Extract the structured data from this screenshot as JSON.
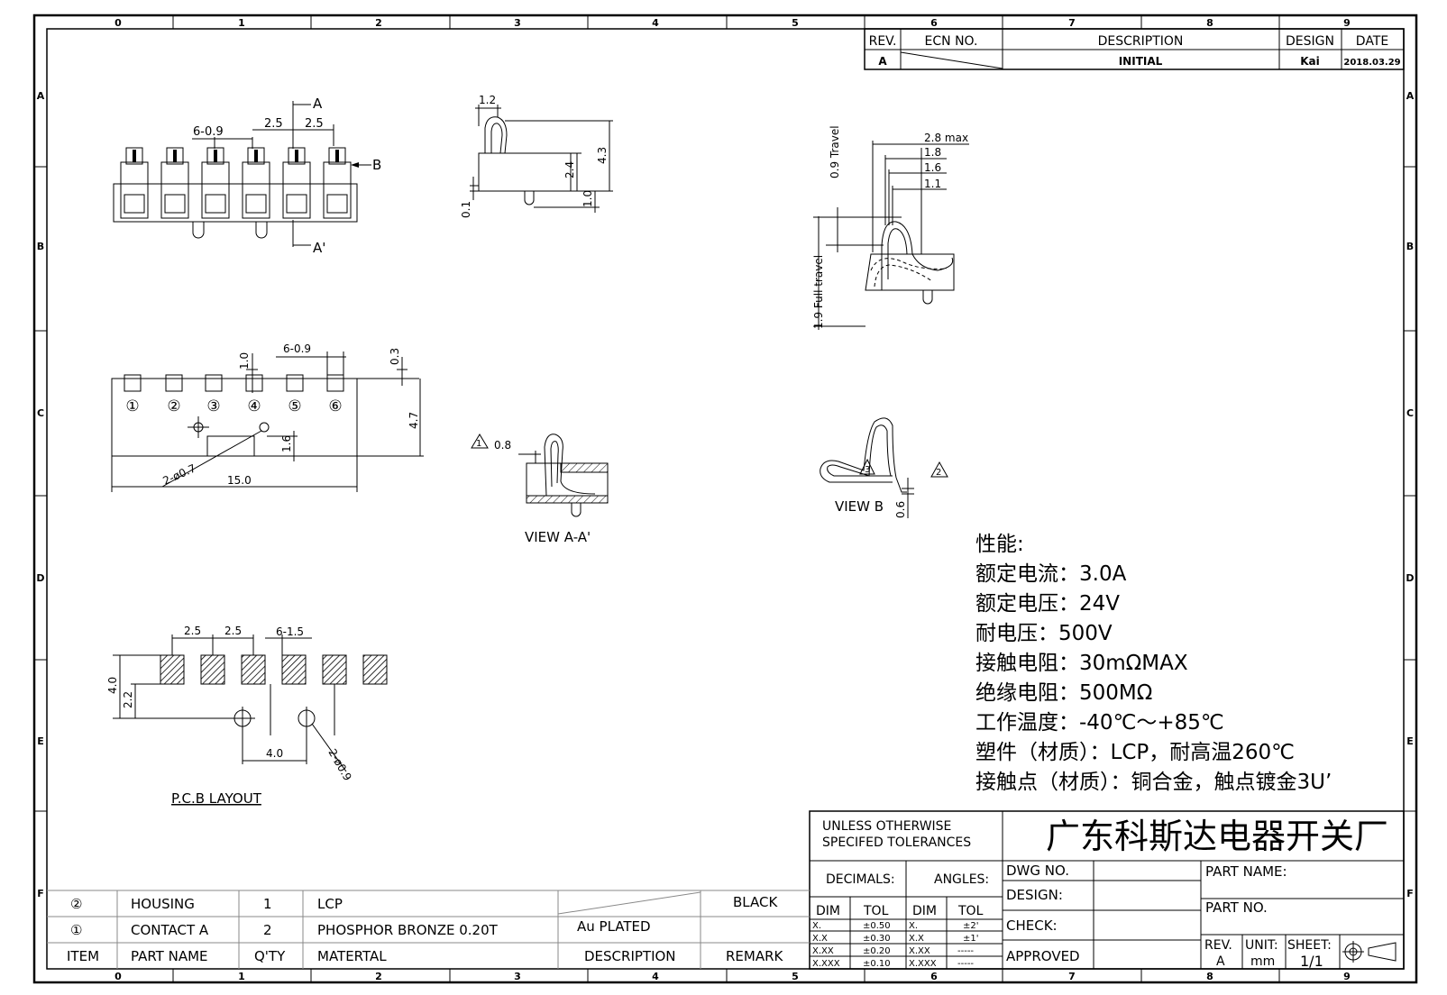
{
  "border": {
    "zones_top": [
      "0",
      "1",
      "2",
      "3",
      "4",
      "5",
      "6",
      "7",
      "8",
      "9"
    ],
    "zones_bottom": [
      "0",
      "1",
      "2",
      "3",
      "4",
      "5",
      "6",
      "7",
      "8",
      "9"
    ],
    "rows": [
      "A",
      "B",
      "C",
      "D",
      "E",
      "F"
    ]
  },
  "revision_table": {
    "headers": {
      "rev": "REV.",
      "ecn": "ECN NO.",
      "description": "DESCRIPTION",
      "design": "DESIGN",
      "date": "DATE"
    },
    "row": {
      "rev": "A",
      "description": "INITIAL",
      "design": "Kai",
      "date": "2018.03.29"
    }
  },
  "top_view": {
    "dim_pitch_1": "2.5",
    "dim_pitch_2": "2.5",
    "dim_width": "6-0.9",
    "section_a_top": "A",
    "section_a_bottom": "A'",
    "view_b": "B"
  },
  "side_view": {
    "d1": "1.2",
    "d2": "2.4",
    "d3": "4.3",
    "d4": "1.0",
    "d5": "0.1"
  },
  "travel_view": {
    "max": "2.8 max",
    "d1": "1.8",
    "d2": "1.6",
    "d3": "1.1",
    "travel": "0.9 Travel",
    "full_travel": "1.9 Full travel"
  },
  "front_view": {
    "pins": [
      "①",
      "②",
      "③",
      "④",
      "⑤",
      "⑥"
    ],
    "dim_width": "6-0.9",
    "d_10": "1.0",
    "d_03": "0.3",
    "d_47": "4.7",
    "d_16": "1.6",
    "hole": "2-ø0.7",
    "length": "15.0"
  },
  "view_aa": {
    "mark": "1",
    "dim": "0.8",
    "label": "VIEW A-A'"
  },
  "view_b": {
    "mark_inner": "3",
    "mark_outer": "2",
    "dim": "0.6",
    "label": "VIEW B"
  },
  "pcb_layout": {
    "d1": "2.5",
    "d2": "2.5",
    "pads": "6-1.5",
    "d_40": "4.0",
    "d_22": "2.2",
    "d_40b": "4.0",
    "hole": "2-ø0.9",
    "label": "P.C.B LAYOUT"
  },
  "specs": {
    "title": "性能:",
    "lines": [
      "额定电流：3.0A",
      "额定电压：24V",
      "耐电压：500V",
      "接触电阻：30mΩMAX",
      "绝缘电阻：500MΩ",
      "工作温度：-40℃～+85℃",
      "塑件（材质）：LCP，耐高温260℃",
      "接触点（材质）：铜合金，触点镀金3U’"
    ]
  },
  "title_block": {
    "tolerance_note_1": "UNLESS OTHERWISE",
    "tolerance_note_2": "SPECIFED TOLERANCES",
    "company": "广东科斯达电器开关厂",
    "decimals": "DECIMALS:",
    "angles": "ANGLES:",
    "dim": "DIM",
    "tol": "TOL",
    "decimal_rows": [
      [
        "X.",
        "±0.50"
      ],
      [
        "X.X",
        "±0.30"
      ],
      [
        "X.XX",
        "±0.20"
      ],
      [
        "X.XXX",
        "±0.10"
      ]
    ],
    "angle_rows": [
      [
        "X.",
        "±2'"
      ],
      [
        "X.X",
        "±1'"
      ],
      [
        "X.XX",
        "-----"
      ],
      [
        "X.XXX",
        "-----"
      ]
    ],
    "dwg_no": "DWG NO.",
    "design": "DESIGN:",
    "check": "CHECK:",
    "approved": "APPROVED",
    "part_name": "PART NAME:",
    "part_no": "PART NO.",
    "rev_label": "REV.",
    "rev_value": "A",
    "unit_label": "UNIT:",
    "unit_value": "mm",
    "sheet_label": "SHEET:",
    "sheet_value": "1/1"
  },
  "bom": {
    "rows": [
      {
        "item": "②",
        "name": "HOUSING",
        "qty": "1",
        "material": "LCP",
        "description": "",
        "remark": "BLACK"
      },
      {
        "item": "①",
        "name": "CONTACT A",
        "qty": "2",
        "material": "PHOSPHOR BRONZE 0.20T",
        "description": "Au PLATED",
        "remark": ""
      }
    ],
    "headers": {
      "item": "ITEM",
      "name": "PART NAME",
      "qty": "Q'TY",
      "material": "MATERTAL",
      "description": "DESCRIPTION",
      "remark": "REMARK"
    }
  },
  "colors": {
    "line": "#000000",
    "faded": "#777777"
  }
}
